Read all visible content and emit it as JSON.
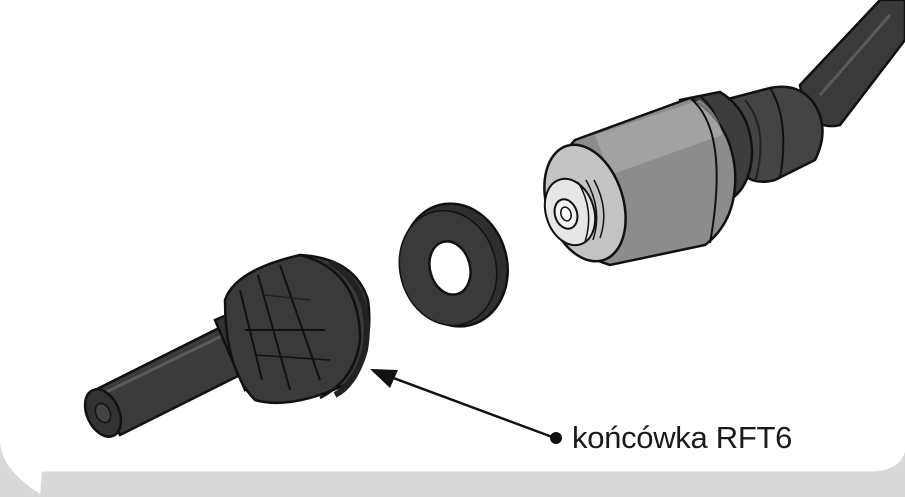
{
  "diagram": {
    "callout": {
      "label": "końcówka RFT6"
    },
    "colors": {
      "background": "#ffffff",
      "frame": "#d9d9d9",
      "hose": "#3a3a3a",
      "metal_body": "#8c8c8c",
      "metal_highlight": "#c4c4c4",
      "thread": "#e6e6e6",
      "washer": "#2f2f2f",
      "nozzle": "#3b3b3b",
      "outline": "#111111"
    },
    "parts": [
      {
        "id": "hose-fitting",
        "description_icon": "hose-coupling-icon"
      },
      {
        "id": "sealing-washer",
        "description_icon": "washer-icon"
      },
      {
        "id": "rft6-tip",
        "description_icon": "nozzle-tip-icon"
      }
    ]
  }
}
